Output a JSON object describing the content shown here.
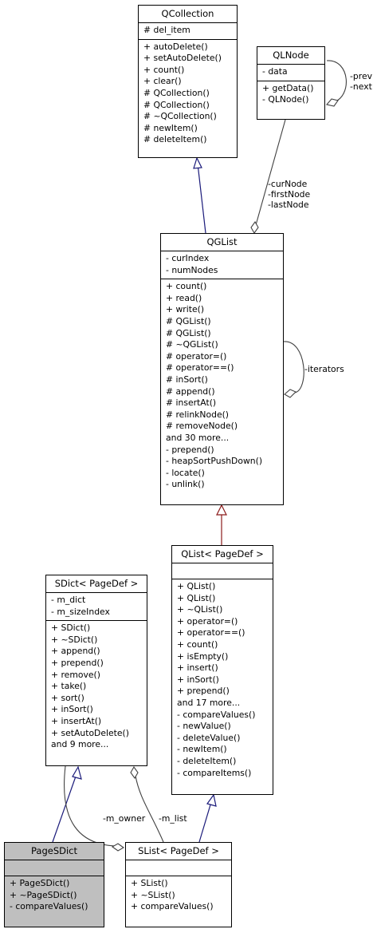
{
  "classes": {
    "qcollection": {
      "name": "QCollection",
      "attributes": [
        "# del_item"
      ],
      "methods": [
        "+ autoDelete()",
        "+ setAutoDelete()",
        "+ count()",
        "+ clear()",
        "# QCollection()",
        "# QCollection()",
        "# ~QCollection()",
        "# newItem()",
        "# deleteItem()"
      ]
    },
    "qlnode": {
      "name": "QLNode",
      "attributes": [
        "- data"
      ],
      "methods": [
        "+ getData()",
        "- QLNode()"
      ]
    },
    "qglist": {
      "name": "QGList",
      "attributes": [
        "- curIndex",
        "- numNodes"
      ],
      "methods": [
        "+ count()",
        "+ read()",
        "+ write()",
        "# QGList()",
        "# QGList()",
        "# ~QGList()",
        "# operator=()",
        "# operator==()",
        "# inSort()",
        "# append()",
        "# insertAt()",
        "# relinkNode()",
        "# removeNode()",
        "and 30 more...",
        "- prepend()",
        "- heapSortPushDown()",
        "- locate()",
        "- unlink()"
      ]
    },
    "qlist": {
      "name": "QList< PageDef >",
      "attributes": [],
      "methods": [
        "+ QList()",
        "+ QList()",
        "+ ~QList()",
        "+ operator=()",
        "+ operator==()",
        "+ count()",
        "+ isEmpty()",
        "+ insert()",
        "+ inSort()",
        "+ prepend()",
        "and 17 more...",
        "- compareValues()",
        "- newValue()",
        "- deleteValue()",
        "- newItem()",
        "- deleteItem()",
        "- compareItems()"
      ]
    },
    "sdict": {
      "name": "SDict< PageDef >",
      "attributes": [
        "- m_dict",
        "- m_sizeIndex"
      ],
      "methods": [
        "+ SDict()",
        "+ ~SDict()",
        "+ append()",
        "+ prepend()",
        "+ remove()",
        "+ take()",
        "+ sort()",
        "+ inSort()",
        "+ insertAt()",
        "+ setAutoDelete()",
        "and 9 more..."
      ]
    },
    "pagesdict": {
      "name": "PageSDict",
      "attributes": [],
      "methods": [
        "+ PageSDict()",
        "+ ~PageSDict()",
        "- compareValues()"
      ]
    },
    "slist": {
      "name": "SList< PageDef >",
      "attributes": [],
      "methods": [
        "+ SList()",
        "+ ~SList()",
        "+ compareValues()"
      ]
    }
  },
  "edge_labels": {
    "qlnode_prev_next": [
      "-prev",
      "-next"
    ],
    "qlnode_to_qglist": [
      "-curNode",
      "-firstNode",
      "-lastNode"
    ],
    "qglist_iterators": [
      "-iterators"
    ],
    "m_owner": [
      "-m_owner"
    ],
    "m_list": [
      "-m_list"
    ]
  },
  "colors": {
    "inheritance_public": "#1a1a7a",
    "inheritance_template": "#8b1a1a",
    "association": "#404040",
    "highlighted_class_fill": "#bfbfbf"
  }
}
